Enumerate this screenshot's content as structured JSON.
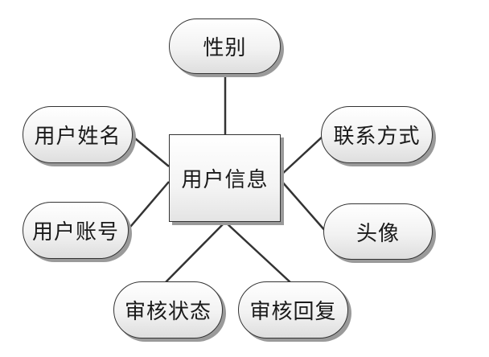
{
  "diagram": {
    "center": {
      "label": "用户信息"
    },
    "attributes": {
      "gender": "性别",
      "user_name": "用户姓名",
      "contact": "联系方式",
      "user_account": "用户账号",
      "avatar": "头像",
      "review_status": "审核状态",
      "review_reply": "审核回复"
    },
    "colors": {
      "stroke": "#333333",
      "shadow": "#9a9a9a",
      "fill": "#ffffff",
      "line": "#333333"
    }
  }
}
